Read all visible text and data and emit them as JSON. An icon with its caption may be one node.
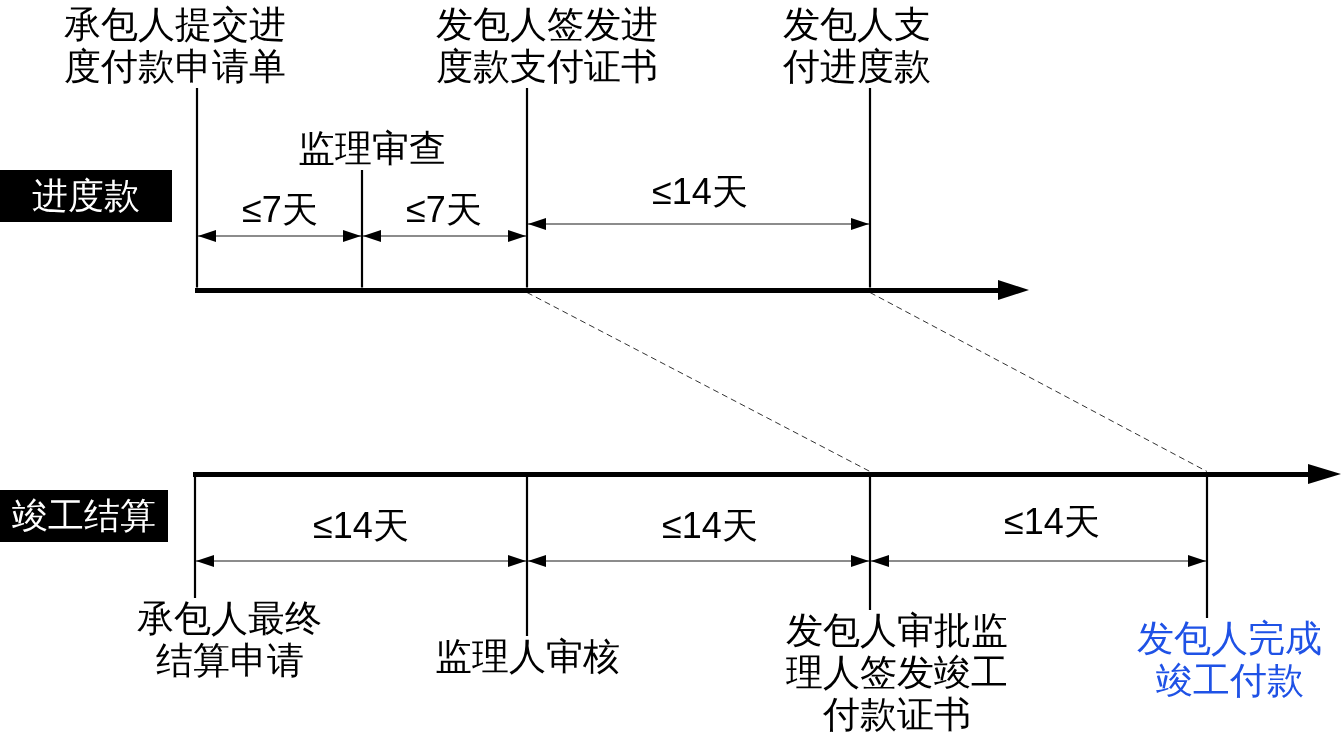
{
  "diagram": {
    "nodes": [
      {
        "text": [
          "承包人提交进度付款申请单"
        ]
      },
      {
        "text": [
          "发包人签发进度款支付证书"
        ]
      },
      {
        "text": [
          "发包人支付进度款"
        ]
      },
      {
        "text": [
          "监理审查"
        ]
      },
      {
        "text": [
          "进度款"
        ]
      },
      {
        "text": [],
        "shape": "bar"
      },
      {
        "text": [],
        "shape": "bar"
      },
      {
        "text": [
          "竣工结算"
        ]
      },
      {
        "text": [
          "承包人最终结算申请"
        ]
      },
      {
        "text": [
          "监理人审核"
        ]
      },
      {
        "text": [
          "发包人审批监理人签发竣工付款证书"
        ]
      },
      {
        "text": [
          "发包人完成竣工付款"
        ]
      }
    ],
    "edges": [
      {
        "from": 0,
        "to": 5,
        "arrow": "none"
      },
      {
        "from": 3,
        "to": 5,
        "arrow": "none"
      },
      {
        "from": 1,
        "to": 5,
        "arrow": "none"
      },
      {
        "from": 2,
        "to": 5,
        "arrow": "none"
      },
      {
        "from": 5,
        "to": 6,
        "arrow": "none",
        "style": "dashed"
      },
      {
        "from": 5,
        "to": 6,
        "arrow": "none",
        "style": "dashed"
      },
      {
        "from": 8,
        "to": 6,
        "arrow": "none"
      },
      {
        "from": 9,
        "to": 6,
        "arrow": "none"
      },
      {
        "from": 10,
        "to": 6,
        "arrow": "none"
      },
      {
        "from": 11,
        "to": 6,
        "arrow": "none"
      }
    ],
    "labels": [
      "≤7天",
      "≤7天",
      "≤14天",
      "≤14天",
      "≤14天",
      "≤14天"
    ]
  }
}
